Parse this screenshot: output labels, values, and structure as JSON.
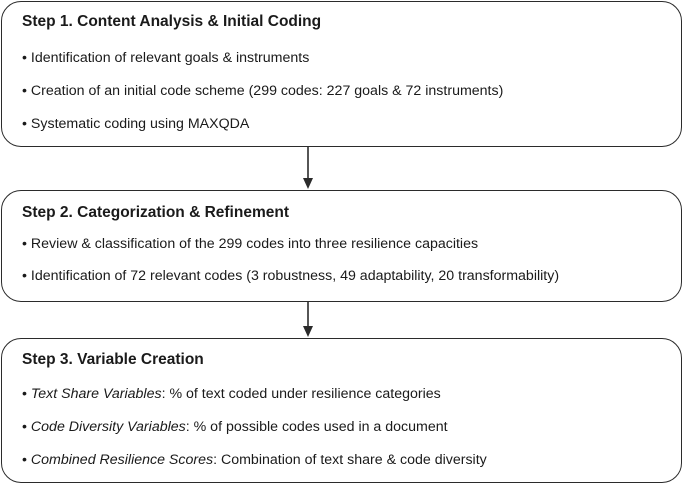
{
  "steps": [
    {
      "title": "Step 1. Content Analysis & Initial Coding",
      "bullets": [
        {
          "prefix": "• ",
          "term": "",
          "text": "Identification of relevant goals & instruments"
        },
        {
          "prefix": "• ",
          "term": "",
          "text": "Creation of an initial code scheme (299 codes: 227 goals & 72 instruments)"
        },
        {
          "prefix": "• ",
          "term": "",
          "text": "Systematic coding using MAXQDA"
        }
      ]
    },
    {
      "title": "Step 2. Categorization & Refinement",
      "bullets": [
        {
          "prefix": "• ",
          "term": "",
          "text": "Review & classification of the 299 codes into three resilience capacities"
        },
        {
          "prefix": "• ",
          "term": "",
          "text": "Identification of 72 relevant codes (3 robustness, 49 adaptability, 20 transformability)"
        }
      ]
    },
    {
      "title": "Step 3. Variable Creation",
      "bullets": [
        {
          "prefix": "• ",
          "term": "Text Share Variables",
          "text": ": % of text coded under resilience categories"
        },
        {
          "prefix": "• ",
          "term": "Code Diversity Variables",
          "text": ": % of possible codes used in a document"
        },
        {
          "prefix": "• ",
          "term": "Combined Resilience Scores",
          "text": ": Combination of text share & code diversity"
        }
      ]
    }
  ],
  "colors": {
    "border": "#2b2b2b",
    "text": "#1a1a1a",
    "arrow": "#2b2b2b"
  }
}
